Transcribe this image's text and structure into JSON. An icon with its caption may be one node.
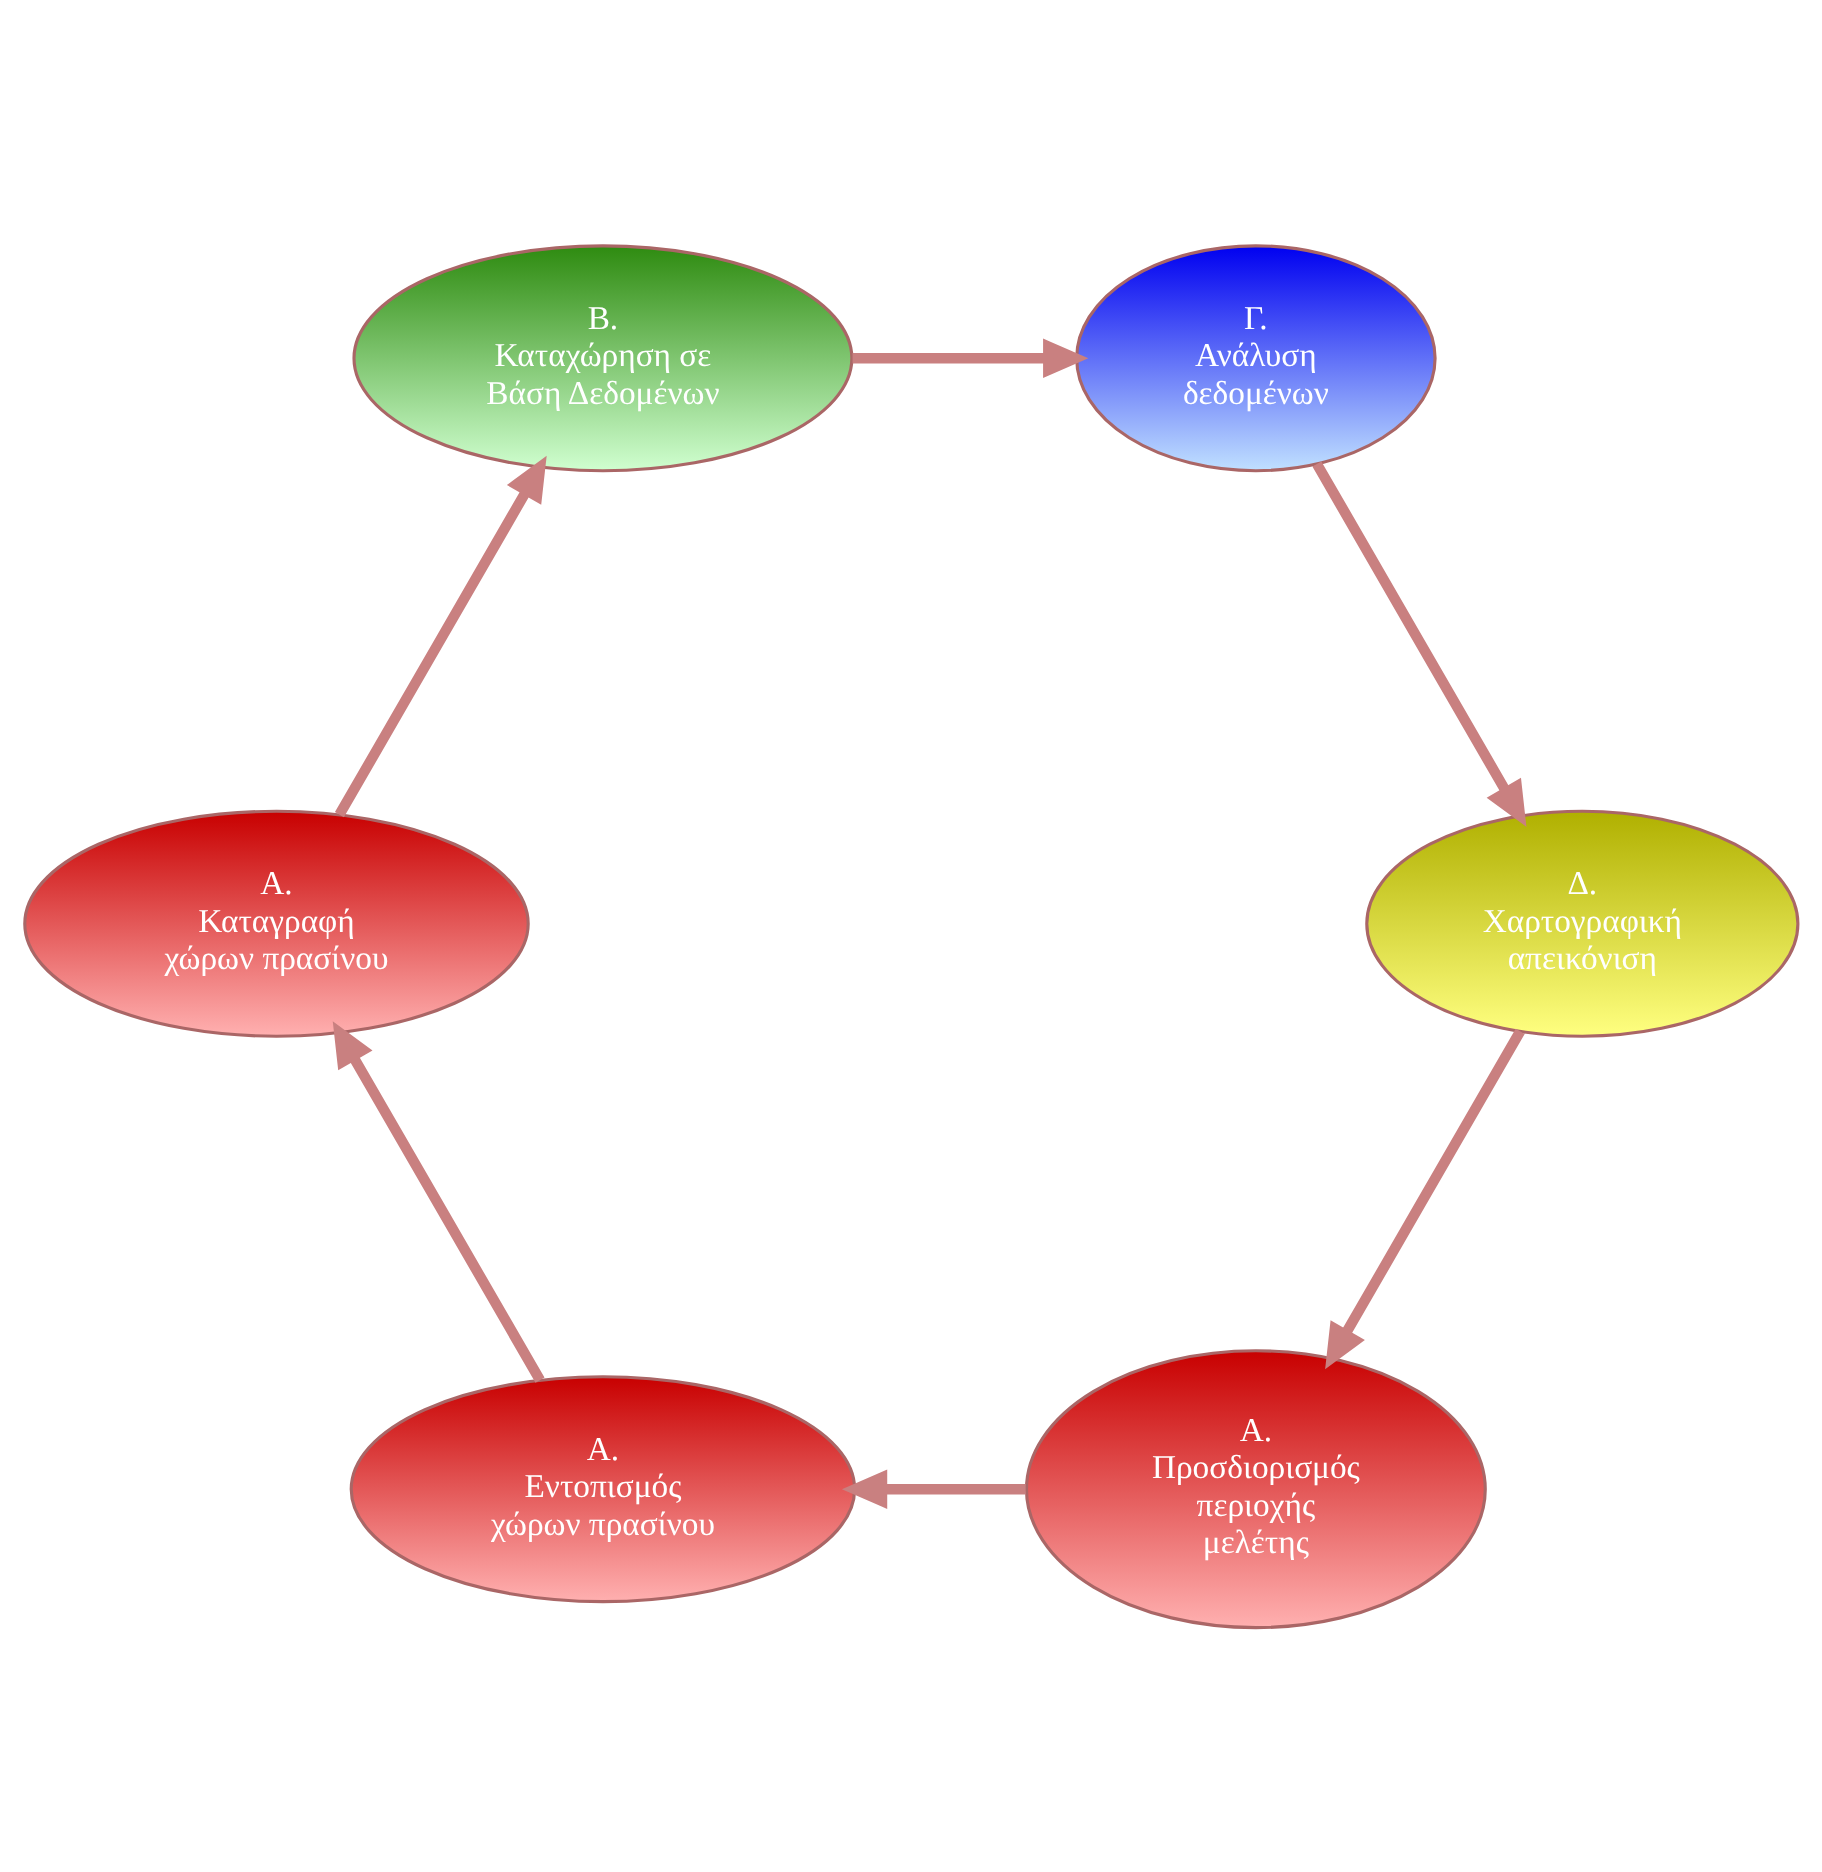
{
  "diagram": {
    "nodes": [
      {
        "text": [
          "Α.",
          "Προσδιορισμός περιοχής μελέτης"
        ]
      },
      {
        "text": [
          "Α.",
          "Εντοπισμός χώρων πρασίνου"
        ]
      },
      {
        "text": [
          "Α.",
          "Καταγραφή χώρων πρασίνου"
        ]
      },
      {
        "text": [
          "Β.",
          "Καταχώρηση σε Βάση Δεδομένων"
        ]
      },
      {
        "text": [
          "Γ.",
          "Ανάλυση δεδομένων"
        ]
      },
      {
        "text": [
          "Δ.",
          "Χαρτογραφική απεικόνιση"
        ]
      }
    ],
    "edges": [
      {
        "from": 0,
        "to": 1,
        "arrow": "to"
      },
      {
        "from": 1,
        "to": 2,
        "arrow": "to"
      },
      {
        "from": 2,
        "to": 3,
        "arrow": "to"
      },
      {
        "from": 3,
        "to": 4,
        "arrow": "to"
      },
      {
        "from": 4,
        "to": 5,
        "arrow": "to"
      },
      {
        "from": 5,
        "to": 0,
        "arrow": "to"
      }
    ]
  }
}
